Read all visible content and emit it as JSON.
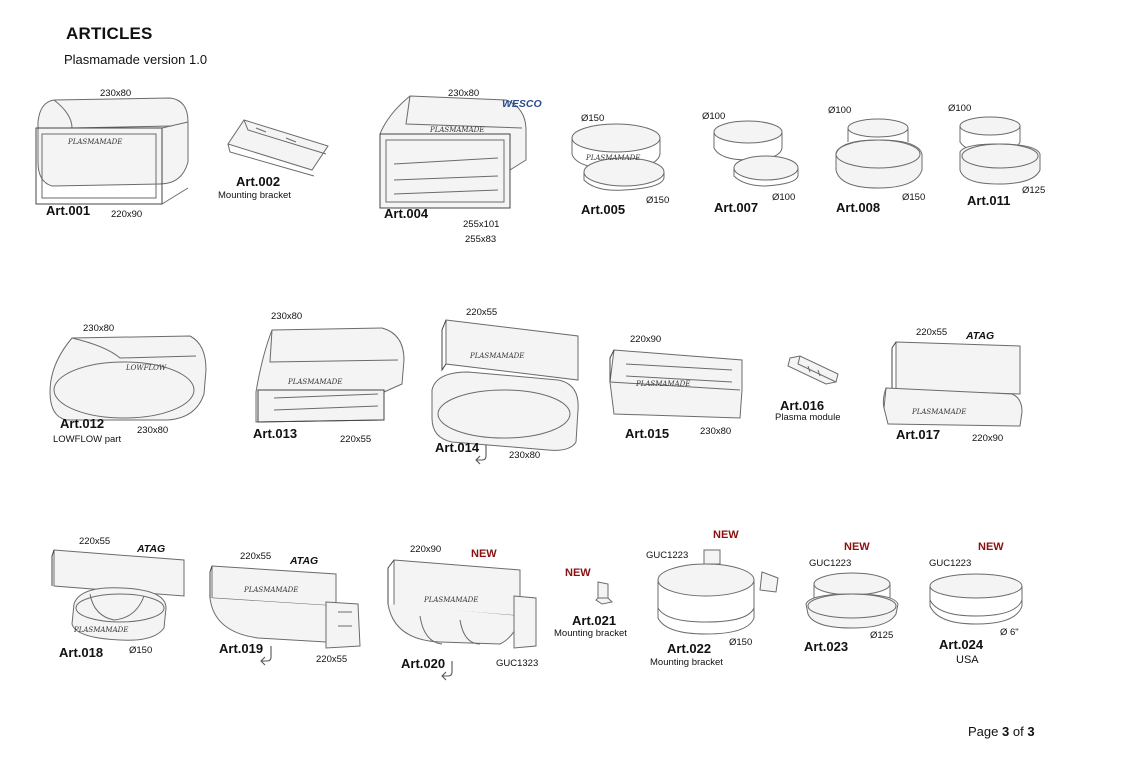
{
  "header": {
    "title": "ARTICLES",
    "subtitle": "Plasmamade version 1.0"
  },
  "articles": {
    "a001": {
      "label": "Art.001",
      "dim_top": "230x80",
      "dim_bottom": "220x90"
    },
    "a002": {
      "label": "Art.002",
      "caption": "Mounting bracket"
    },
    "a004": {
      "label": "Art.004",
      "dim_top": "230x80",
      "dim_bottom1": "255x101",
      "dim_bottom2": "255x83",
      "brand": "WESCO"
    },
    "a005": {
      "label": "Art.005",
      "dim_top": "Ø150",
      "dim_bottom": "Ø150"
    },
    "a007": {
      "label": "Art.007",
      "dim_top": "Ø100",
      "dim_bottom": "Ø100"
    },
    "a008": {
      "label": "Art.008",
      "dim_top": "Ø100",
      "dim_bottom": "Ø150"
    },
    "a011": {
      "label": "Art.011",
      "dim_top": "Ø100",
      "dim_bottom": "Ø125"
    },
    "a012": {
      "label": "Art.012",
      "caption": "LOWFLOW part",
      "dim_top": "230x80",
      "dim_bottom": "230x80"
    },
    "a013": {
      "label": "Art.013",
      "dim_top": "230x80",
      "dim_bottom": "220x55"
    },
    "a014": {
      "label": "Art.014",
      "dim_top": "220x55",
      "dim_bottom": "230x80"
    },
    "a015": {
      "label": "Art.015",
      "dim_top": "220x90",
      "dim_bottom": "230x80"
    },
    "a016": {
      "label": "Art.016",
      "caption": "Plasma module"
    },
    "a017": {
      "label": "Art.017",
      "dim_top": "220x55",
      "dim_bottom": "220x90",
      "brand": "ATAG"
    },
    "a018": {
      "label": "Art.018",
      "dim_top": "220x55",
      "dim_bottom": "Ø150",
      "brand": "ATAG"
    },
    "a019": {
      "label": "Art.019",
      "dim_top": "220x55",
      "dim_bottom": "220x55",
      "brand": "ATAG"
    },
    "a020": {
      "label": "Art.020",
      "dim_top": "220x90",
      "dim_bottom": "GUC1323",
      "badge": "NEW"
    },
    "a021": {
      "label": "Art.021",
      "caption": "Mounting bracket",
      "badge": "NEW"
    },
    "a022": {
      "label": "Art.022",
      "caption": "Mounting bracket",
      "dim_top": "GUC1223",
      "dim_bottom": "Ø150",
      "badge": "NEW"
    },
    "a023": {
      "label": "Art.023",
      "dim_top": "GUC1223",
      "dim_bottom": "Ø125",
      "badge": "NEW"
    },
    "a024": {
      "label": "Art.024",
      "caption": "USA",
      "dim_top": "GUC1223",
      "dim_bottom": "Ø 6\"",
      "badge": "NEW"
    }
  },
  "logo_text": "PLASMAMADE",
  "footer": {
    "page_prefix": "Page",
    "page_current": "3",
    "page_of": "of",
    "page_total": "3"
  },
  "icons": {
    "rotate": "rotate-arrow-icon"
  }
}
